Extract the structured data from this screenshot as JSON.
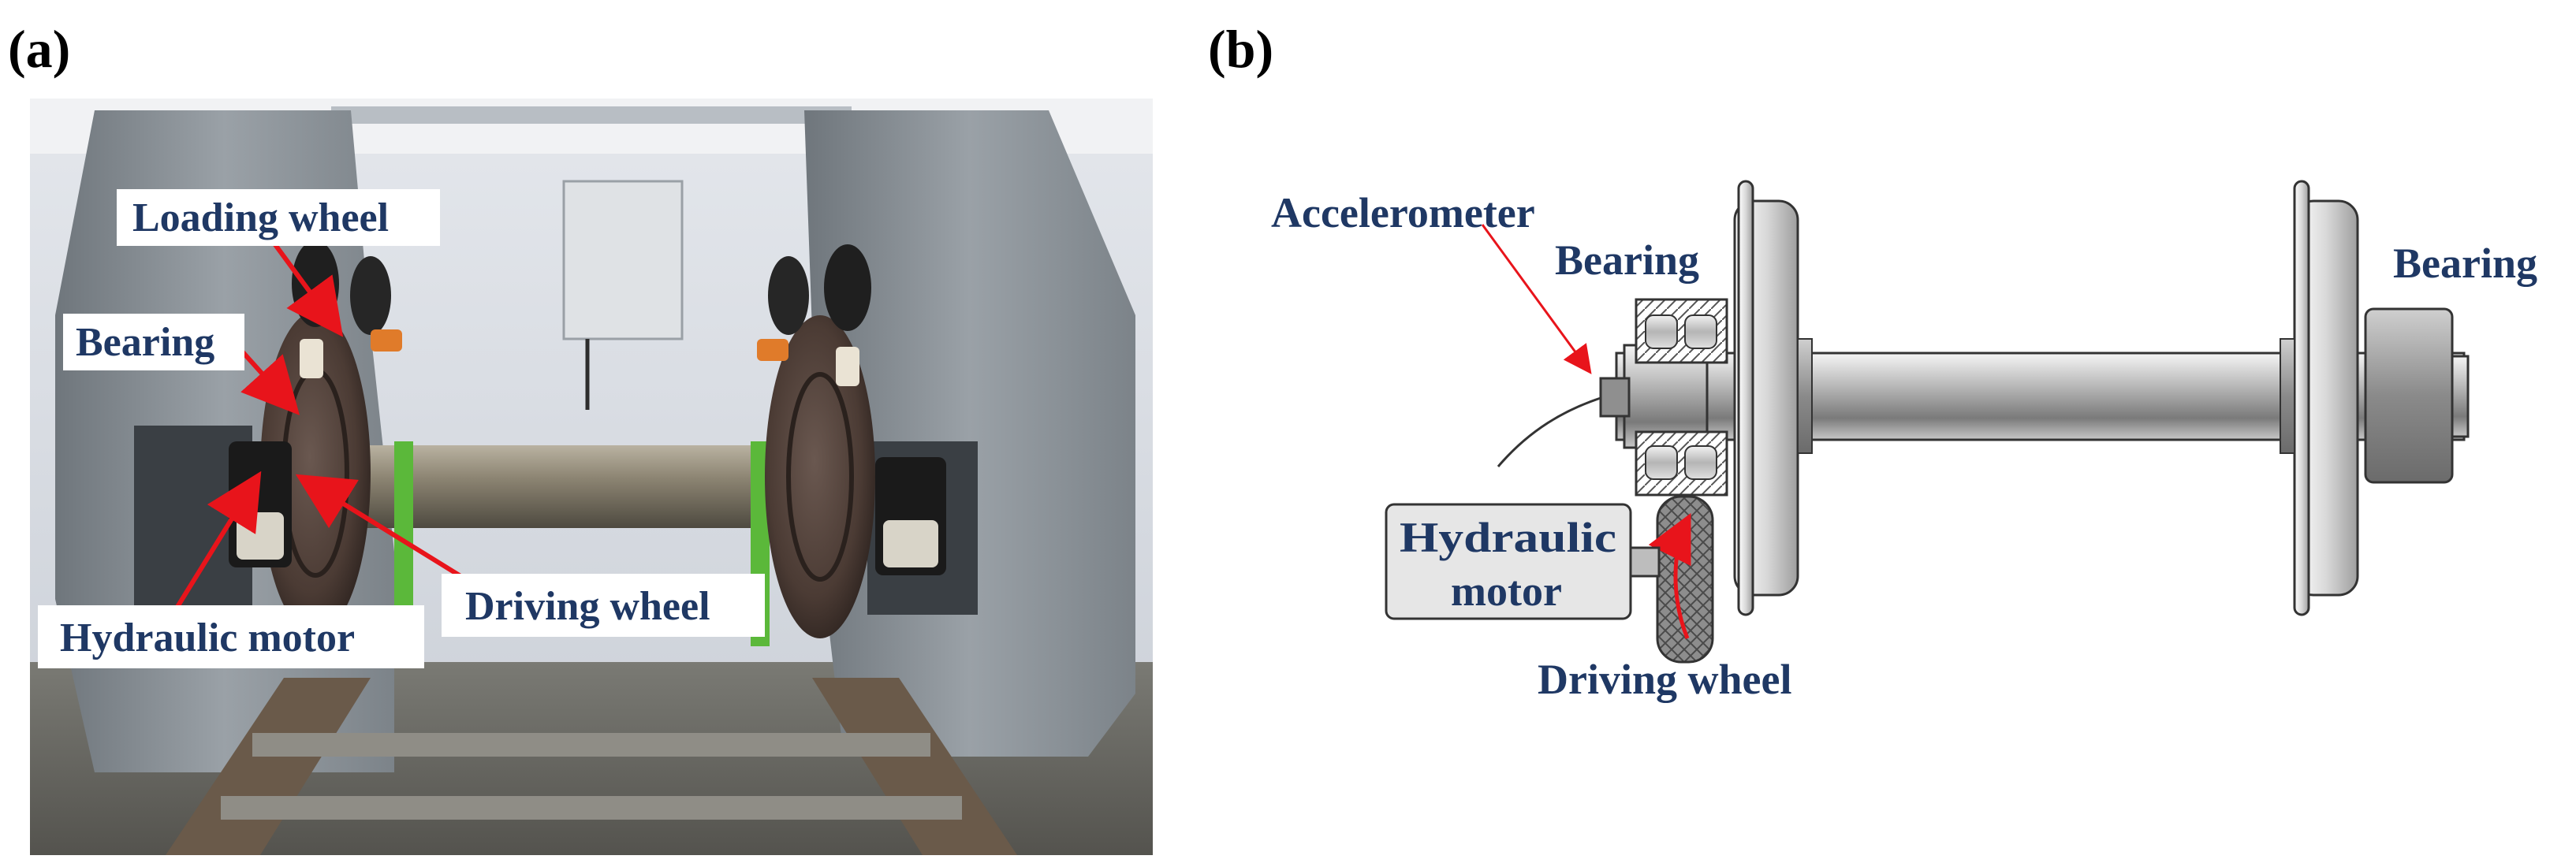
{
  "panel_a": {
    "label": "(a)",
    "callouts": {
      "loading_wheel": "Loading wheel",
      "bearing": "Bearing",
      "driving_wheel": "Driving wheel",
      "hydraulic_motor": "Hydraulic motor"
    }
  },
  "panel_b": {
    "label": "(b)",
    "callouts": {
      "accelerometer": "Accelerometer",
      "bearing_left": "Bearing",
      "bearing_right": "Bearing",
      "hydraulic_motor_line1": "Hydraulic",
      "hydraulic_motor_line2": "motor",
      "driving_wheel": "Driving wheel"
    }
  },
  "colors": {
    "callout_text": "#1f3864",
    "arrow": "#e8141b",
    "photo_background_wall": "#d6dbe3",
    "machine_frame": "#8b9298",
    "wheel": "#4a3a33",
    "motor_fill": "#e6e6e6"
  }
}
